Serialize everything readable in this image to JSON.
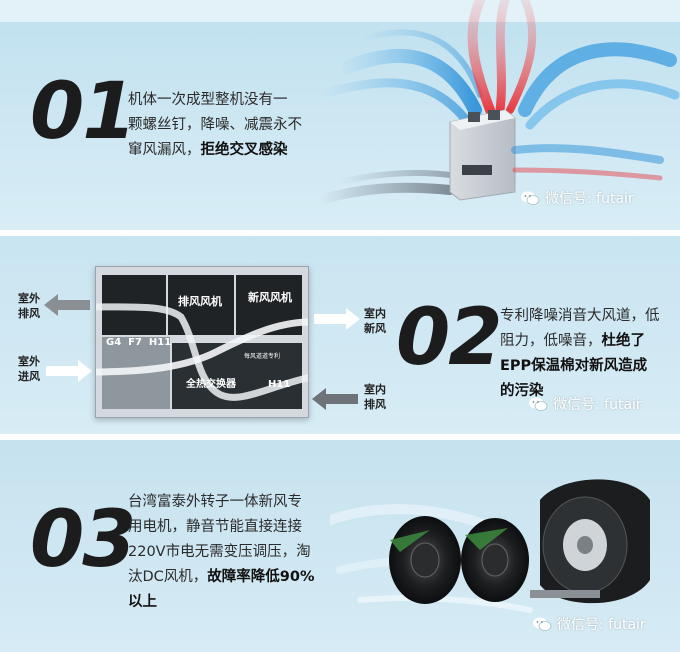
{
  "sections": [
    {
      "number": "01",
      "lines": [
        "机体一次成型整机没有一",
        "颗螺丝钉，降噪、减震永不",
        "窜风漏风，"
      ],
      "bold": "拒绝交叉感染"
    },
    {
      "number": "02",
      "lines": [
        "专利降噪消音大风道，低",
        "阻力，低噪音，"
      ],
      "bold1": "杜绝了",
      "bold_lines": [
        "EPP保温棉对新风造成",
        "的污染"
      ]
    },
    {
      "number": "03",
      "lines": [
        "台湾富泰外转子一体新风专",
        "用电机，静音节能直接连接",
        "220V市电无需变压调压，淘",
        "汰DC风机，"
      ],
      "bold": "故障率降低90%",
      "bold_tail": "以上"
    }
  ],
  "watermark": "微信号: futair",
  "diagram": {
    "outdoor_exhaust": [
      "室外",
      "排风"
    ],
    "outdoor_intake": [
      "室外",
      "进风"
    ],
    "indoor_fresh": [
      "室内",
      "新风"
    ],
    "indoor_exhaust": [
      "室内",
      "排风"
    ],
    "exhaust_fan": "排风风机",
    "fresh_fan": "新风风机",
    "filters": "G4  F7  H11",
    "exchanger": "全热交换器",
    "h11": "H11",
    "patent_note": "每风道道专利"
  },
  "icons": [
    "wechat-icon",
    "arrow-icon",
    "fan-icon",
    "unit-icon"
  ],
  "colors": {
    "hot": "#e8343a",
    "cool": "#2a8fd8",
    "bg": "#cfe8f3",
    "text": "#2b2b2b"
  }
}
